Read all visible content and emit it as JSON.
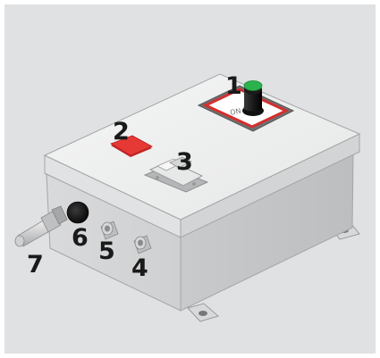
{
  "figure": {
    "callouts": [
      {
        "number": "1",
        "refers_to": "rotary-selector-switch"
      },
      {
        "number": "2",
        "refers_to": "red-push-button"
      },
      {
        "number": "3",
        "refers_to": "toggle-switch"
      },
      {
        "number": "4",
        "refers_to": "cable-gland"
      },
      {
        "number": "5",
        "refers_to": "cable-gland"
      },
      {
        "number": "6",
        "refers_to": "black-plug"
      },
      {
        "number": "7",
        "refers_to": "cable-stub"
      }
    ],
    "switch_plate_text": "ON | I",
    "colors": {
      "background": "#dfe1e3",
      "enclosure": "#eceded",
      "push_button": "#e53935",
      "knob_cap": "#2bb24c",
      "knob_body": "#1a1a1a",
      "plate_border": "#d32f2f"
    }
  }
}
